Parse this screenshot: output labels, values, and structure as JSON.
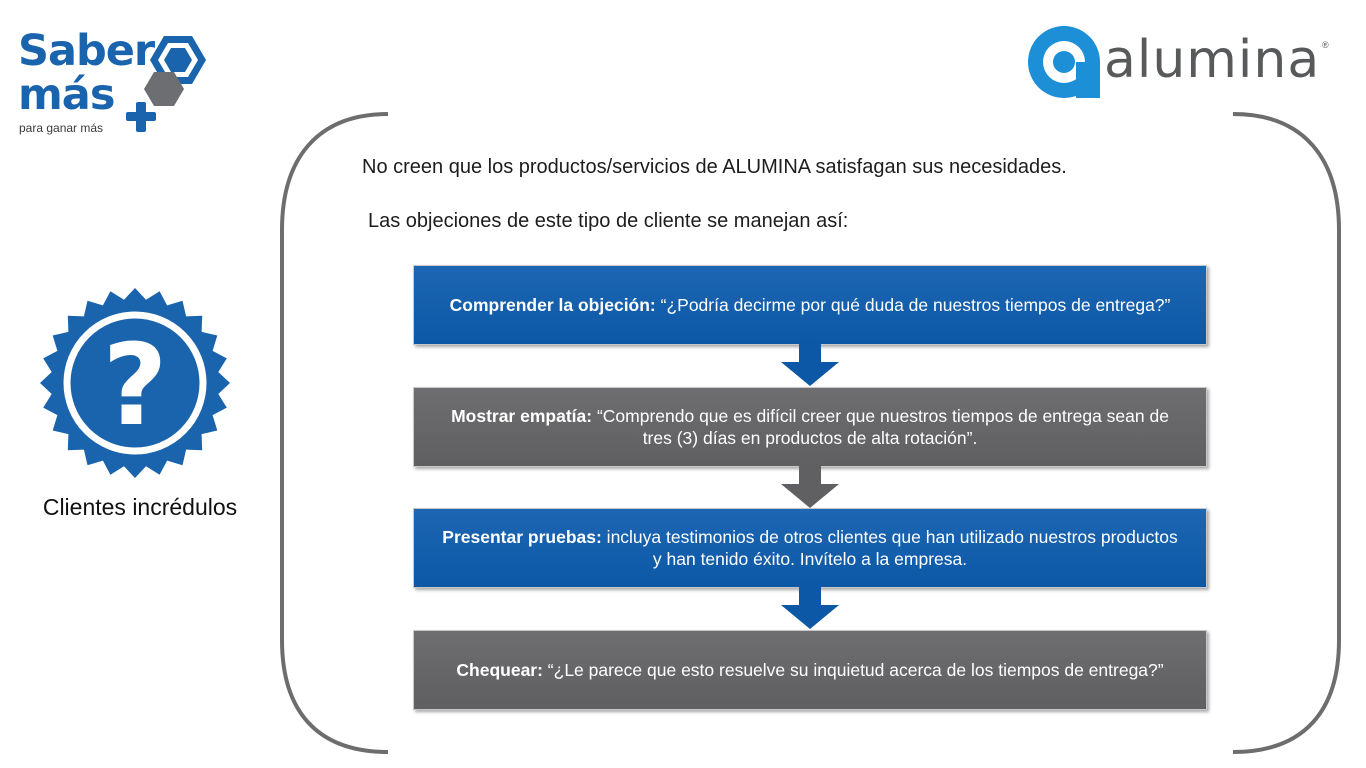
{
  "logos": {
    "saber_line1": "Saber",
    "saber_line2": "más",
    "saber_tagline": "para ganar más",
    "alumina_word": "alumina",
    "alumina_reg": "®"
  },
  "left_panel": {
    "caption": "Clientes incrédulos",
    "badge_icon": "question-badge-icon"
  },
  "content": {
    "intro": "No creen que los productos/servicios de ALUMINA satisfagan sus necesidades.",
    "sub_intro": "Las objeciones de este tipo de cliente se manejan así:"
  },
  "steps": [
    {
      "key": "Comprender la objeción:",
      "text": " “¿Podría decirme por qué duda de nuestros tiempos de entrega?”",
      "color": "#0d58a6"
    },
    {
      "key": "Mostrar empatía:",
      "text": " “Comprendo que es difícil creer que nuestros tiempos de entrega sean de tres (3) días en productos de alta rotación”.",
      "color": "#606062"
    },
    {
      "key": "Presentar pruebas:",
      "text": " incluya testimonios de otros clientes que han utilizado nuestros productos y han tenido éxito. Invítelo a la empresa.",
      "color": "#0d58a6"
    },
    {
      "key": "Chequear:",
      "text": " “¿Le parece que esto resuelve su inquietud acerca de los tiempos de entrega?”",
      "color": "#606062"
    }
  ],
  "colors": {
    "brand_blue": "#1a63ad",
    "brand_gray": "#6d6e71",
    "bracket": "#6d6d6d"
  }
}
